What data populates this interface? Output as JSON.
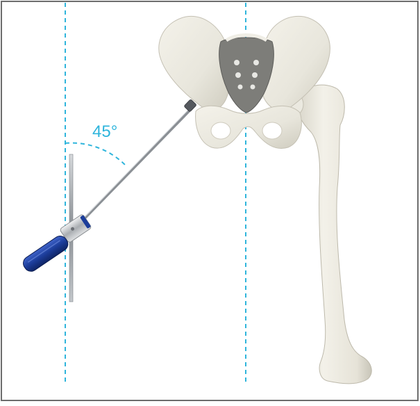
{
  "annotation": {
    "angle_label": "45°",
    "angle_degrees": 45
  },
  "colors": {
    "guide_line": "#2fb5dc",
    "bone": "#ebe9e0",
    "bone_shadow": "#c9c6ba",
    "sacrum": "#7d7d79",
    "instrument_shaft": "#9a9ea2",
    "handle": "#1c3d9a",
    "frame": "#6d6d6d"
  },
  "icons": [
    "pelvis-illustration",
    "femur-illustration",
    "surgical-instrument-illustration",
    "alignment-rod-illustration"
  ]
}
